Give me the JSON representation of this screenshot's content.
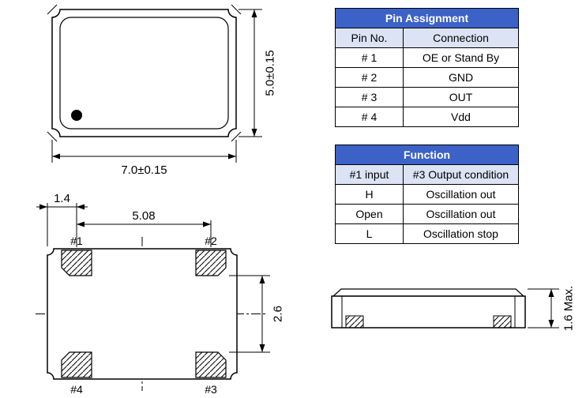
{
  "pin_assignment_table": {
    "title": "Pin Assignment",
    "headers": {
      "pin": "Pin No.",
      "connection": "Connection"
    },
    "rows": [
      {
        "pin": "# 1",
        "connection": "OE or Stand By"
      },
      {
        "pin": "# 2",
        "connection": "GND"
      },
      {
        "pin": "# 3",
        "connection": "OUT"
      },
      {
        "pin": "# 4",
        "connection": "Vdd"
      }
    ]
  },
  "function_table": {
    "title": "Function",
    "headers": {
      "input": "#1 input",
      "output": "#3 Output condition"
    },
    "rows": [
      {
        "input": "H",
        "output": "Oscillation out"
      },
      {
        "input": "Open",
        "output": "Oscillation out"
      },
      {
        "input": "L",
        "output": "Oscillation stop"
      }
    ]
  },
  "top_view": {
    "width_dim": "7.0±0.15",
    "height_dim": "5.0±0.15"
  },
  "bottom_view": {
    "pad_edge_dim": "1.4",
    "pad_pitch_dim": "5.08",
    "pad_gap_dim": "2.6",
    "pad_labels": {
      "p1": "#1",
      "p2": "#2",
      "p3": "#3",
      "p4": "#4"
    }
  },
  "side_view": {
    "height_dim": "1.6 Max."
  },
  "colors": {
    "table_title_bg": "#3c62c8",
    "table_title_text": "#ffffff",
    "table_header_bg": "#dbe3f5",
    "line": "#000000"
  }
}
